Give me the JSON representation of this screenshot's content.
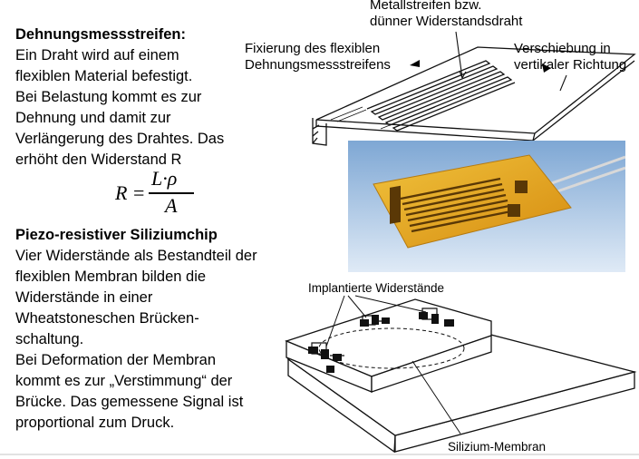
{
  "strain_gauge": {
    "heading": "Dehnungsmessstreifen:",
    "lines": [
      "Ein Draht wird auf einem",
      "flexiblen Material befestigt.",
      "Bei Belastung kommt es zur",
      "Dehnung und damit zur",
      "Verlängerung des Drahtes. Das",
      "erhöht den Widerstand R"
    ]
  },
  "formula": {
    "lhs": "R",
    "eq": "=",
    "numerator": "L·ρ",
    "denominator": "A"
  },
  "piezo": {
    "heading": "Piezo-resistiver Siliziumchip",
    "lines": [
      "Vier Widerstände als Bestandteil der",
      "flexiblen Membran bilden die",
      "Widerstände in einer",
      "Wheatstoneschen Brücken-",
      "schaltung.",
      "Bei Deformation der Membran",
      "kommt es zur „Verstimmung“ der",
      "Brücke. Das gemessene Signal ist",
      "proportional zum Druck."
    ]
  },
  "gauge_diagram": {
    "label_metal_1": "Metallstreifen bzw.",
    "label_metal_2": "dünner Widerstandsdraht",
    "label_fix_1": "Fixierung des flexiblen",
    "label_fix_2": "Dehnungsmessstreifens",
    "label_shift_1": "Verschiebung in",
    "label_shift_2": "vertikaler Richtung"
  },
  "chip_diagram": {
    "label_resistors": "Implantierte Widerstände",
    "label_membrane": "Silizium-Membran"
  },
  "colors": {
    "photo_bg_top": "#8fb4dc",
    "photo_bg_bottom": "#dbe9f6",
    "foil": "#e3a51a",
    "foil_dark": "#7a4a08"
  }
}
